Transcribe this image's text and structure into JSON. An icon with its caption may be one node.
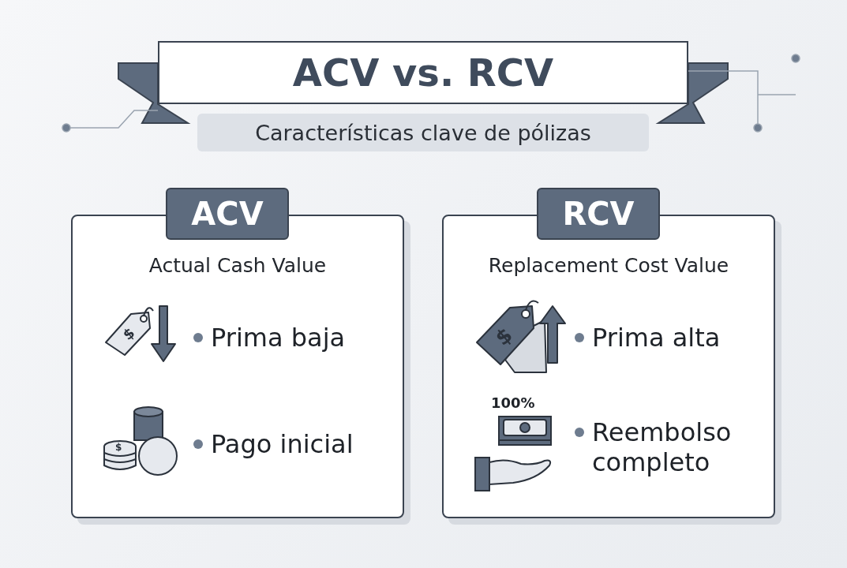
{
  "diagram": {
    "title": "ACV vs. RCV",
    "nodes": [
      {
        "text": [
          "ACV",
          "Actual Cash Value"
        ]
      },
      {
        "text": [
          "RCV",
          "Replacement Cost Value"
        ]
      }
    ],
    "labels": [
      "Características clave de pólizas",
      "$",
      "Prima baja",
      "$",
      "Pago inicial",
      "$",
      "Prima alta",
      "100%",
      "Reembolso completo"
    ]
  }
}
